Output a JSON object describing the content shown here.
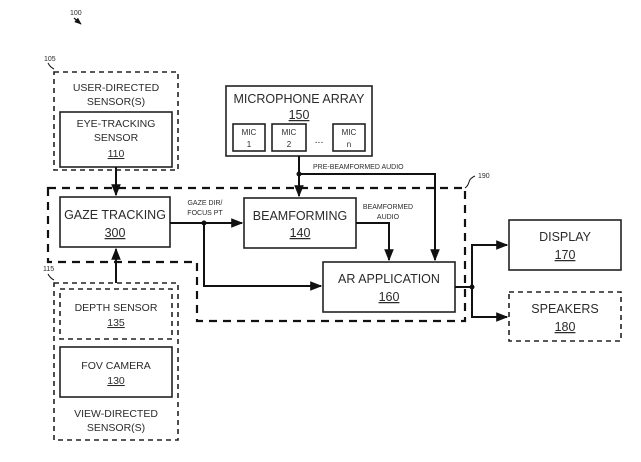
{
  "figure": {
    "ref": "100",
    "groups": {
      "user_directed": {
        "ref": "105",
        "label_line1": "USER-DIRECTED",
        "label_line2": "SENSOR(S)"
      },
      "view_directed": {
        "ref": "115",
        "label_line1": "VIEW-DIRECTED",
        "label_line2": "SENSOR(S)"
      },
      "system": {
        "ref": "190"
      }
    },
    "blocks": {
      "eye_tracking": {
        "line1": "EYE-TRACKING",
        "line2": "SENSOR",
        "num": "110"
      },
      "gaze_tracking": {
        "line1": "GAZE TRACKING",
        "num": "300"
      },
      "mic_array": {
        "line1": "MICROPHONE ARRAY",
        "num": "150",
        "mics": [
          {
            "l1": "MIC",
            "l2": "1"
          },
          {
            "l1": "MIC",
            "l2": "2"
          },
          {
            "l1": "MIC",
            "l2": "n"
          }
        ],
        "ellipsis": "..."
      },
      "beamforming": {
        "line1": "BEAMFORMING",
        "num": "140"
      },
      "ar_app": {
        "line1": "AR APPLICATION",
        "num": "160"
      },
      "display": {
        "line1": "DISPLAY",
        "num": "170"
      },
      "speakers": {
        "line1": "SPEAKERS",
        "num": "180"
      },
      "depth_sensor": {
        "line1": "DEPTH SENSOR",
        "num": "135"
      },
      "fov_camera": {
        "line1": "FOV CAMERA",
        "num": "130"
      }
    },
    "signals": {
      "pre_beamformed": "PRE-BEAMFORMED AUDIO",
      "gaze_dir_1": "GAZE DIR/",
      "gaze_dir_2": "FOCUS PT",
      "beamformed_1": "BEAMFORMED",
      "beamformed_2": "AUDIO"
    }
  }
}
